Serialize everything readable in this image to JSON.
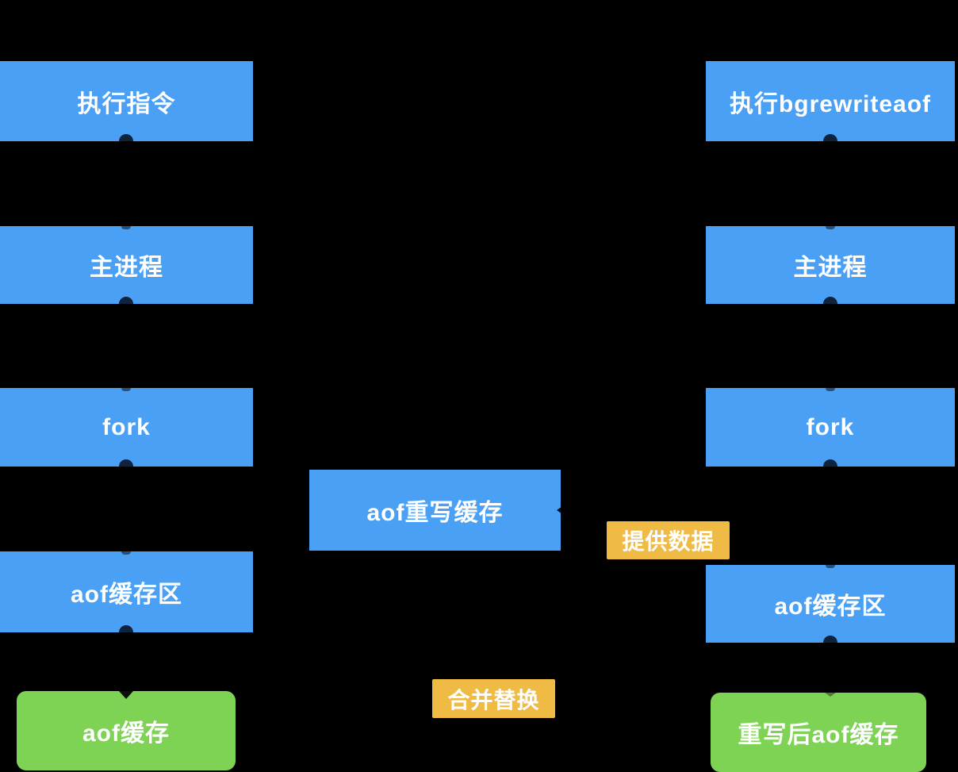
{
  "canvas": {
    "background": "#000000"
  },
  "colors": {
    "node_blue": "#4AA0F5",
    "node_green": "#7ED355",
    "label_yellow": "#EFBB45",
    "text_white": "#FFFFFF"
  },
  "diagram": {
    "left_column": {
      "exec_command": "执行指令",
      "main_process": "主进程",
      "fork": "fork",
      "aof_buffer": "aof缓存区",
      "aof_cache": "aof缓存"
    },
    "center": {
      "aof_rewrite_cache": "aof重写缓存",
      "provide_data_label": "提供数据",
      "merge_replace_label": "合并替换"
    },
    "right_column": {
      "exec_bgrewriteaof": "执行bgrewriteaof",
      "main_process": "主进程",
      "fork": "fork",
      "aof_buffer": "aof缓存区",
      "rewritten_aof_cache": "重写后aof缓存"
    }
  }
}
